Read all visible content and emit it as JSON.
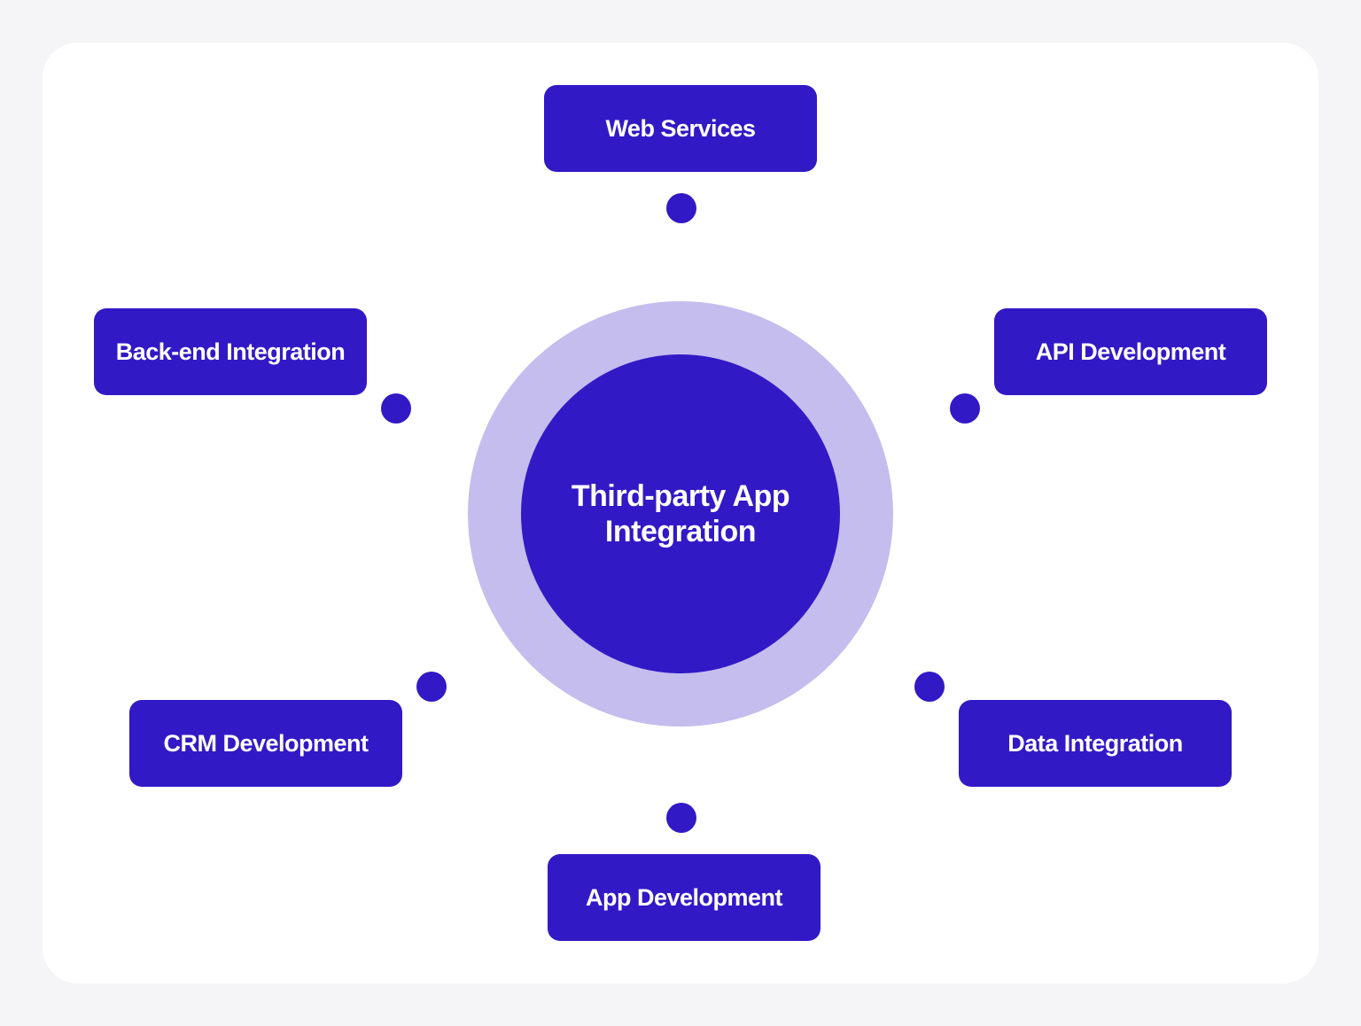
{
  "colors": {
    "primary": "#3219c6",
    "ring": "#c4bdee",
    "card": "#ffffff",
    "page": "#f5f5f7"
  },
  "diagram": {
    "center": {
      "label": "Third-party App Integration"
    },
    "nodes": [
      {
        "id": "web-services",
        "label": "Web Services"
      },
      {
        "id": "api-development",
        "label": "API Development"
      },
      {
        "id": "data-integration",
        "label": "Data Integration"
      },
      {
        "id": "app-development",
        "label": "App Development"
      },
      {
        "id": "crm-development",
        "label": "CRM Development"
      },
      {
        "id": "back-end-integration",
        "label": "Back-end Integration"
      }
    ]
  }
}
